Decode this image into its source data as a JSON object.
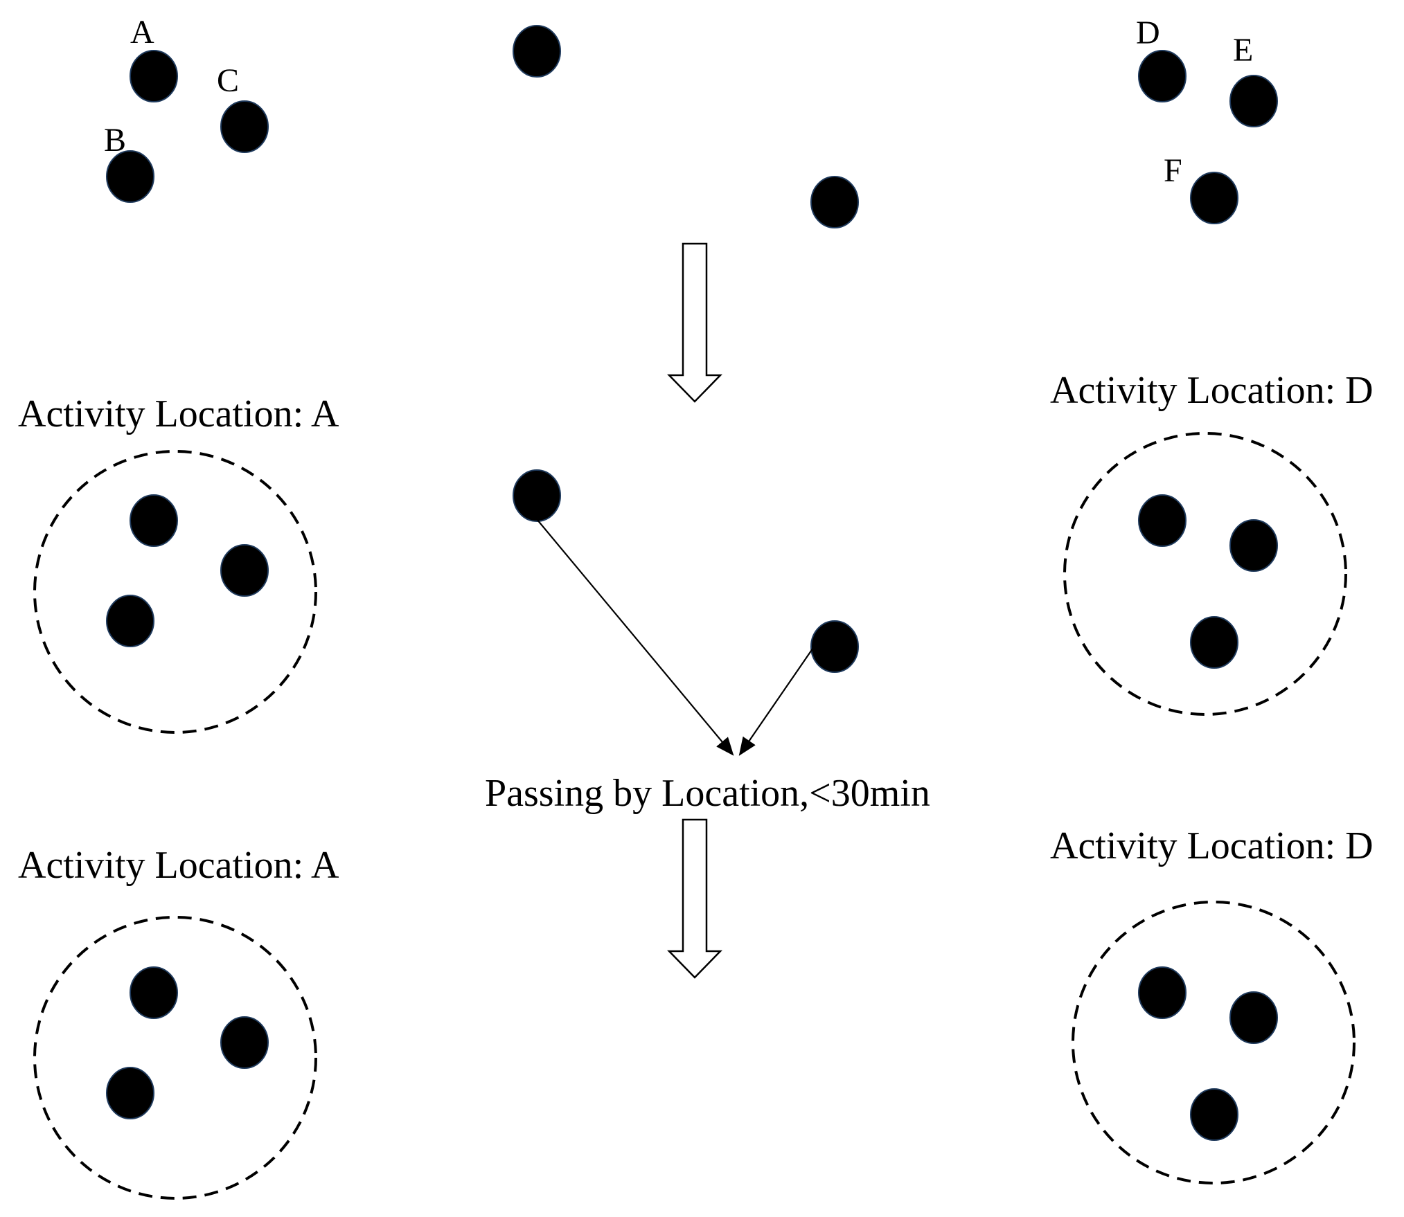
{
  "point_labels": {
    "a": "A",
    "b": "B",
    "c": "C",
    "d": "D",
    "e": "E",
    "f": "F"
  },
  "stage2": {
    "left_label": "Activity Location: A",
    "right_label": "Activity Location: D",
    "passing_label": "Passing by Location,<30min"
  },
  "stage3": {
    "left_label": "Activity Location: A",
    "right_label": "Activity Location: D"
  }
}
